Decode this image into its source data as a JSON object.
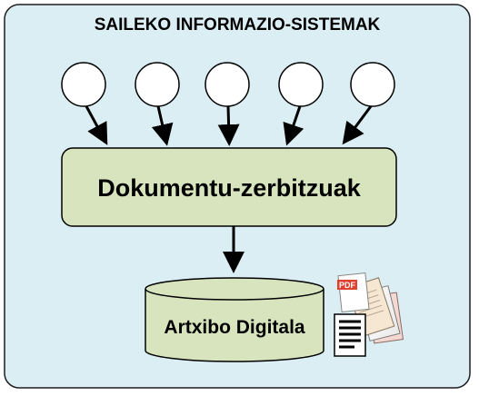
{
  "title": "SAILEKO INFORMAZIO-SISTEMAK",
  "central_service": "Dokumentu-zerbitzuak",
  "archive": "Artxibo Digitala",
  "documents_icon": {
    "name": "documents-stack-icon",
    "badge": "PDF"
  },
  "source_nodes": [
    {
      "id": "source-1"
    },
    {
      "id": "source-2"
    },
    {
      "id": "source-3"
    },
    {
      "id": "source-4"
    },
    {
      "id": "source-5"
    }
  ],
  "colors": {
    "outer_fill": "#dbeef4",
    "outer_stroke": "#1f1f1f",
    "service_fill": "#d7e4bd",
    "archive_fill": "#d7e4bd",
    "node_fill": "#ffffff",
    "arrow": "#000000",
    "pdf_badge": "#e0402f"
  }
}
